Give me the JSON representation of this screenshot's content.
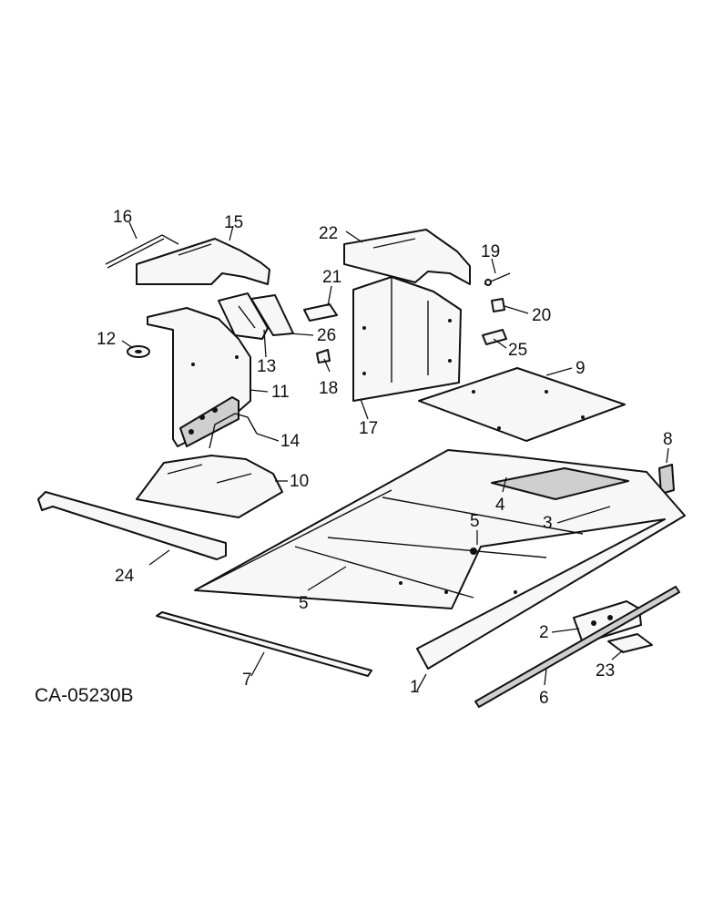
{
  "drawing_code": "CA-05230B",
  "callouts": {
    "c1": "1",
    "c2": "2",
    "c3": "3",
    "c4": "4",
    "c5a": "5",
    "c5b": "5",
    "c6": "6",
    "c7": "7",
    "c8": "8",
    "c9": "9",
    "c10": "10",
    "c11": "11",
    "c12": "12",
    "c13": "13",
    "c14": "14",
    "c15": "15",
    "c16": "16",
    "c17": "17",
    "c18": "18",
    "c19": "19",
    "c20": "20",
    "c21": "21",
    "c22": "22",
    "c23": "23",
    "c24": "24",
    "c25": "25",
    "c26": "26"
  }
}
